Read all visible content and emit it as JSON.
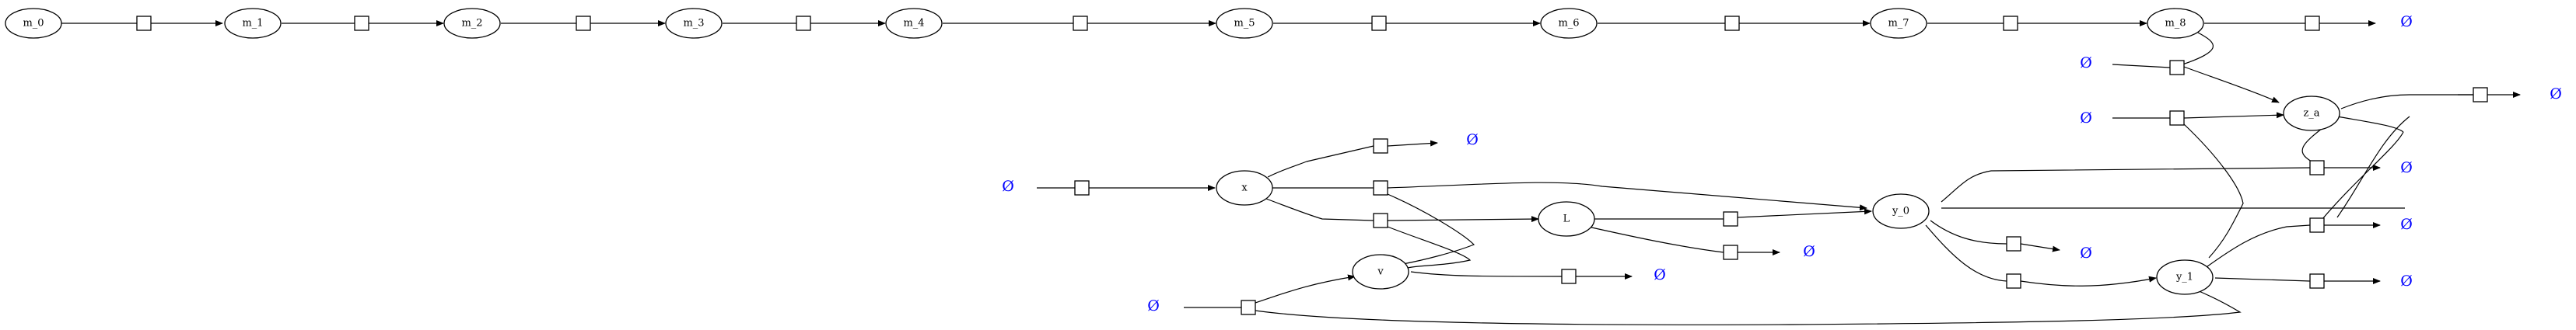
{
  "diagram": {
    "nodes": [
      {
        "id": "m_0",
        "label": "m_0"
      },
      {
        "id": "m_1",
        "label": "m_1"
      },
      {
        "id": "m_2",
        "label": "m_2"
      },
      {
        "id": "m_3",
        "label": "m_3"
      },
      {
        "id": "m_4",
        "label": "m_4"
      },
      {
        "id": "m_5",
        "label": "m_5"
      },
      {
        "id": "m_6",
        "label": "m_6"
      },
      {
        "id": "m_7",
        "label": "m_7"
      },
      {
        "id": "m_8",
        "label": "m_8"
      },
      {
        "id": "z_a",
        "label": "z_a"
      },
      {
        "id": "x",
        "label": "x"
      },
      {
        "id": "L",
        "label": "L"
      },
      {
        "id": "v",
        "label": "v"
      },
      {
        "id": "y_0",
        "label": "y_0"
      },
      {
        "id": "y_1",
        "label": "y_1"
      }
    ],
    "empty_symbol": "Ø",
    "empty_color": "#0000ff",
    "edge_color": "#000000"
  }
}
